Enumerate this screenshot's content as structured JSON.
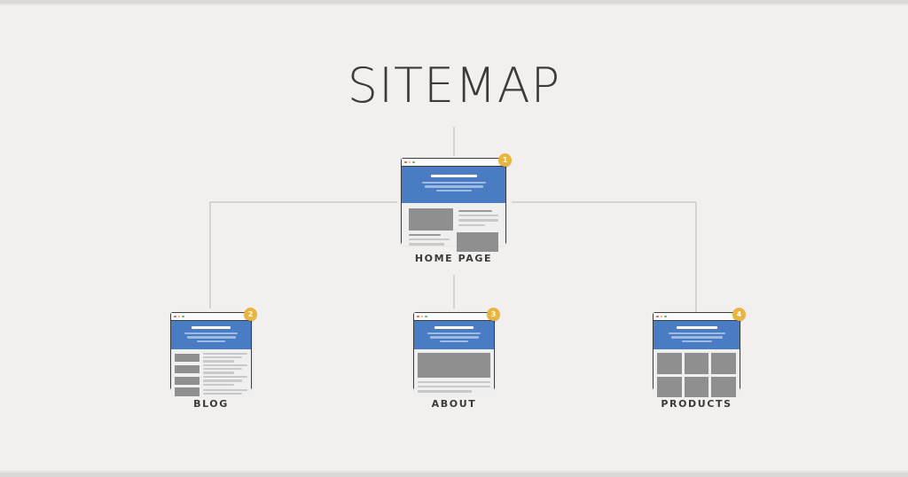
{
  "diagram": {
    "title": "SITEMAP",
    "accent_color": "#e9b53f",
    "hero_color": "#4a7cc4",
    "line_color": "#b9b8b7",
    "background_color": "#f1f0ef",
    "block_color": "#8f8f8f"
  },
  "nodes": [
    {
      "id": "home",
      "label": "HOME PAGE",
      "badge": "1",
      "layout": "hero-two-column",
      "dots": [
        "red",
        "yellow",
        "green"
      ]
    },
    {
      "id": "blog",
      "label": "BLOG",
      "badge": "2",
      "layout": "list-rows",
      "rows": 4,
      "dots": [
        "red",
        "yellow",
        "green"
      ]
    },
    {
      "id": "about",
      "label": "ABOUT",
      "badge": "3",
      "layout": "full-image-text",
      "dots": [
        "red",
        "yellow",
        "green"
      ]
    },
    {
      "id": "products",
      "label": "PRODUCTS",
      "badge": "4",
      "layout": "grid-3col",
      "cells": 6,
      "dots": [
        "red",
        "yellow",
        "green"
      ]
    }
  ],
  "connections": [
    {
      "from": "title",
      "to": "home"
    },
    {
      "from": "home",
      "to": "blog"
    },
    {
      "from": "home",
      "to": "about"
    },
    {
      "from": "home",
      "to": "products"
    }
  ]
}
